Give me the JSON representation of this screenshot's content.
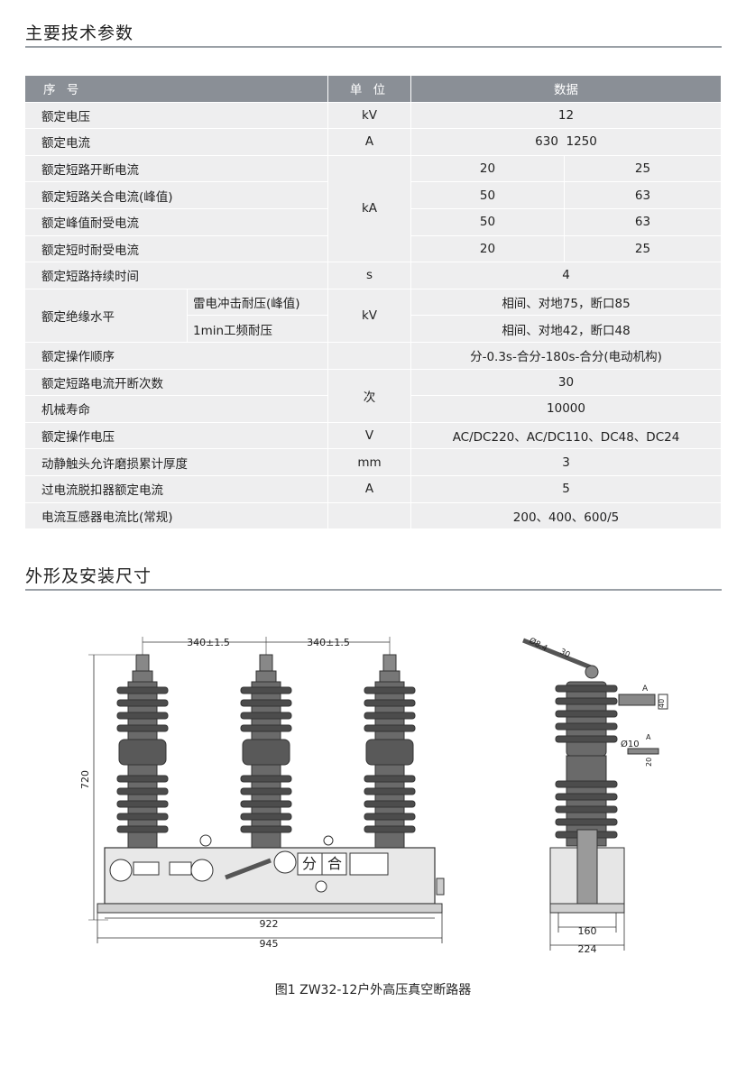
{
  "sections": {
    "tech_params_title": "主要技术参数",
    "outline_title": "外形及安装尺寸"
  },
  "table": {
    "headers": {
      "no": "序 号",
      "unit": "单 位",
      "data": "数据"
    },
    "rows": [
      {
        "name": "额定电压",
        "unit": "kV",
        "value": "12"
      },
      {
        "name": "额定电流",
        "unit": "A",
        "value": "630  1250"
      },
      {
        "name": "额定短路开断电流",
        "v1": "20",
        "v2": "25"
      },
      {
        "name": "额定短路关合电流(峰值)",
        "v1": "50",
        "v2": "63"
      },
      {
        "name": "额定峰值耐受电流",
        "v1": "50",
        "v2": "63"
      },
      {
        "name": "额定短时耐受电流",
        "v1": "20",
        "v2": "25"
      },
      {
        "name": "额定短路持续时间",
        "unit": "s",
        "value": "4"
      },
      {
        "name": "额定绝缘水平",
        "sub1": "雷电冲击耐压(峰值)",
        "sub2": "1min工频耐压",
        "value1": "相间、对地75，断口85",
        "value2": "相间、对地42，断口48"
      },
      {
        "name": "额定操作顺序",
        "unit": "",
        "value": "分-0.3s-合分-180s-合分(电动机构)"
      },
      {
        "name": "额定短路电流开断次数",
        "value": "30"
      },
      {
        "name": "机械寿命",
        "value": "10000"
      },
      {
        "name": "额定操作电压",
        "unit": "V",
        "value": "AC/DC220、AC/DC110、DC48、DC24"
      },
      {
        "name": "动静触头允许磨损累计厚度",
        "unit": "mm",
        "value": "3"
      },
      {
        "name": "过电流脱扣器额定电流",
        "unit": "A",
        "value": "5"
      },
      {
        "name": "电流互感器电流比(常规)",
        "unit": "",
        "value": "200、400、600/5"
      }
    ],
    "merged_units": {
      "ka": "kA",
      "kv": "kV",
      "times": "次"
    }
  },
  "drawing": {
    "dims": {
      "spacing1": "340±1.5",
      "spacing2": "340±1.5",
      "height": "720",
      "inner_width": "922",
      "outer_width": "945",
      "side_base_inner": "160",
      "side_base_outer": "224",
      "handle_dia": "Ø8.4",
      "handle_len": "30",
      "hole_dia": "Ø10",
      "detail_a": "A",
      "detail_a2": "A",
      "detail_40": "40",
      "detail_20": "20",
      "panel_open": "分",
      "panel_close": "合"
    }
  },
  "caption": "图1  ZW32-12户外高压真空断路器"
}
